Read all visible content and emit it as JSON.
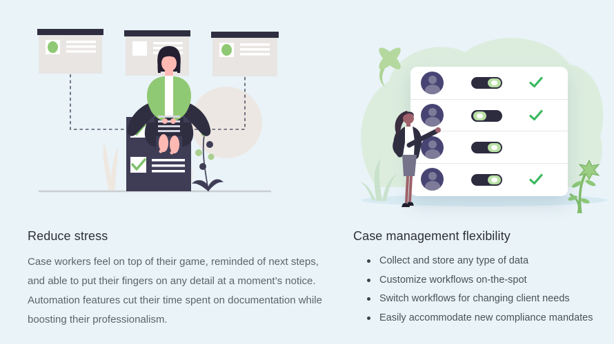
{
  "colors": {
    "page-bg": "#e9f3f8",
    "ink-dark": "#2f2e41",
    "panel-navy": "#3f3d56",
    "accent-green": "#90c973",
    "leaf-green": "#b5d89e",
    "blob-green": "#dcedde",
    "skin-pink": "#ffb9b3",
    "skin-brown": "#9f616a",
    "avatar-purple": "#474473",
    "toggle-track": "#2d2c3f",
    "toggle-knob": "#b9e0a5",
    "check-green": "#38b95e",
    "heading-ink": "#2e3135",
    "body-ink": "#5a646c",
    "bullet-ink": "#4a525a"
  },
  "left": {
    "heading": "Reduce stress",
    "paragraph": "Case workers feel on top of their game, reminded of next steps, and able to put their fingers on any detail at a moment’s notice. Automation features cut their time spent on documentation while boosting their professionalism.",
    "illustration": {
      "description": "Woman sitting on a dark checklist cabinet; three browser cards above connected by dashed lines; plants beside",
      "elements": [
        "browser-card-icon",
        "browser-card-icon",
        "browser-card-icon",
        "dashed-connector",
        "checklist-panel",
        "checkbox-checked-icon",
        "checkbox-checked-icon",
        "sitting-woman",
        "berry-plant-icon",
        "ground-line"
      ]
    }
  },
  "right": {
    "heading": "Case management flexibility",
    "bullets": [
      "Collect and store any type of data",
      "Customize workflows on-the-spot",
      "Switch workflows for changing client needs",
      "Easily accommodate new compliance mandates"
    ],
    "illustration": {
      "description": "Woman pointing at a white card of user rows with avatars, toggle switches and green checkmarks on a green blob",
      "elements": [
        "green-blob",
        "sprout-icon",
        "user-avatar-icon",
        "toggle-switch-icon",
        "checkmark-icon",
        "standing-woman",
        "flower-plant-icon"
      ],
      "rows": [
        {
          "toggle": "on",
          "checked": true
        },
        {
          "toggle": "off",
          "checked": true
        },
        {
          "toggle": "on",
          "checked": false
        },
        {
          "toggle": "on",
          "checked": true
        }
      ]
    }
  }
}
